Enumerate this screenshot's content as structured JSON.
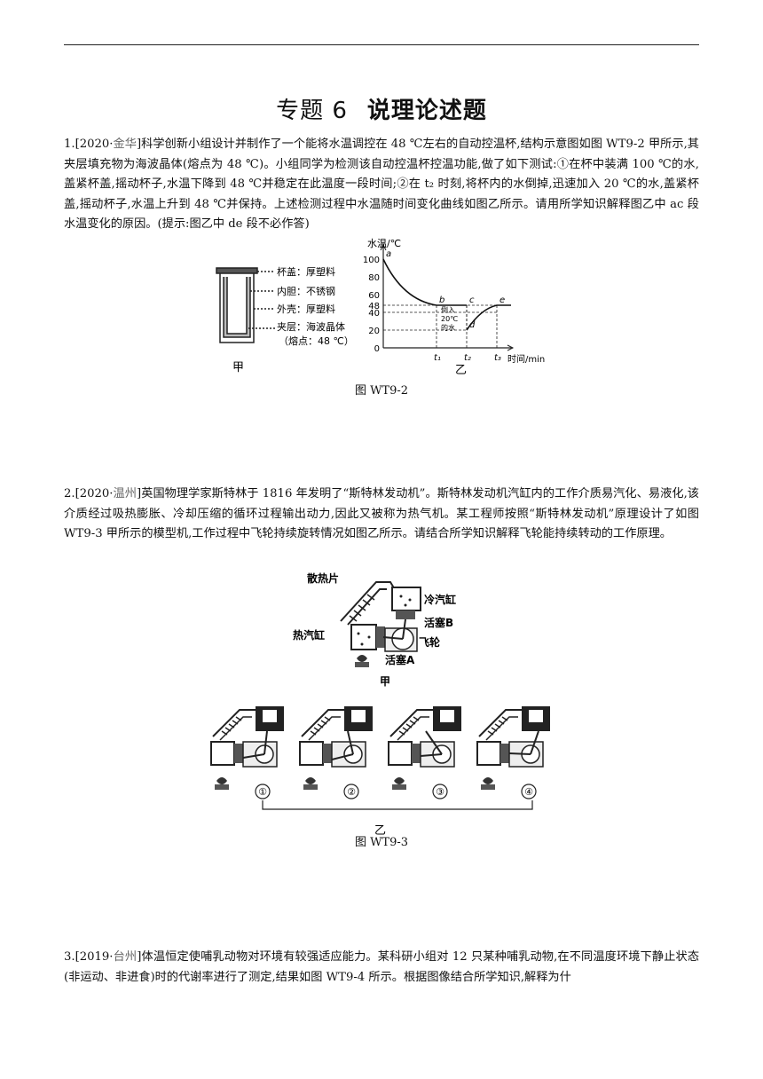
{
  "header": {
    "title_number": "专题 6",
    "title_name": "说理论述题"
  },
  "questions": [
    {
      "num": "1.",
      "source_open": "[2020·",
      "source_place": "金华",
      "source_close": "]",
      "text": "科学创新小组设计并制作了一个能将水温调控在 48 ℃左右的自动控温杯,结构示意图如图 WT9-2 甲所示,其夹层填充物为海波晶体(熔点为 48 ℃)。小组同学为检测该自动控温杯控温功能,做了如下测试:①在杯中装满 100 ℃的水,盖紧杯盖,摇动杯子,水温下降到 48 ℃并稳定在此温度一段时间;②在 t₂ 时刻,将杯内的水倒掉,迅速加入 20 ℃的水,盖紧杯盖,摇动杯子,水温上升到 48 ℃并保持。上述检测过程中水温随时间变化曲线如图乙所示。请用所学知识解释图乙中 ac 段水温变化的原因。(提示:图乙中 de 段不必作答)"
    },
    {
      "num": "2.",
      "source_open": "[2020·",
      "source_place": "温州",
      "source_close": "]",
      "text": "英国物理学家斯特林于 1816 年发明了“斯特林发动机”。斯特林发动机汽缸内的工作介质易汽化、易液化,该介质经过吸热膨胀、冷却压缩的循环过程输出动力,因此又被称为热气机。某工程师按照“斯特林发动机”原理设计了如图 WT9-3 甲所示的模型机,工作过程中飞轮持续旋转情况如图乙所示。请结合所学知识解释飞轮能持续转动的工作原理。"
    },
    {
      "num": "3.",
      "source_open": "[2019·",
      "source_place": "台州",
      "source_close": "]",
      "text": "体温恒定使哺乳动物对环境有较强适应能力。某科研小组对 12 只某种哺乳动物,在不同温度环境下静止状态(非运动、非进食)时的代谢率进行了测定,结果如图 WT9-4 所示。根据图像结合所学知识,解释为什"
    }
  ],
  "fig1": {
    "cup_labels": [
      "杯盖：厚塑料",
      "内胆：不锈钢",
      "外壳：厚塑料",
      "夹层：海波晶体",
      "（熔点：48 ℃）"
    ],
    "sub_a": "甲",
    "sub_b": "乙",
    "caption": "图 WT9-2"
  },
  "fig2": {
    "labels": {
      "fin": "散热片",
      "cold": "冷汽缸",
      "pistonB": "活塞B",
      "hot": "热汽缸",
      "flywheel": "飞轮",
      "pistonA": "活塞A"
    },
    "sub_a": "甲",
    "steps": [
      "①",
      "②",
      "③",
      "④"
    ],
    "sub_b": "乙",
    "caption": "图 WT9-3"
  },
  "chart_data": {
    "type": "line",
    "ylabel": "水温/℃",
    "xlabel": "时间/min",
    "y_ticks": [
      0,
      20,
      40,
      48,
      60,
      80,
      100
    ],
    "x_ticks": [
      "t₁",
      "t₂",
      "t₃"
    ],
    "ylim": [
      0,
      108
    ],
    "points": [
      {
        "label": "a",
        "x": "0",
        "y": 100
      },
      {
        "label": "b",
        "x": "t₁",
        "y": 48
      },
      {
        "label": "c",
        "x": "t₂",
        "y": 48
      },
      {
        "label": "d",
        "x": "t₂",
        "y": 20
      },
      {
        "label": "e",
        "x": "t₃",
        "y": 48
      }
    ],
    "annotation": [
      "倒入",
      "20℃",
      "的水"
    ]
  }
}
